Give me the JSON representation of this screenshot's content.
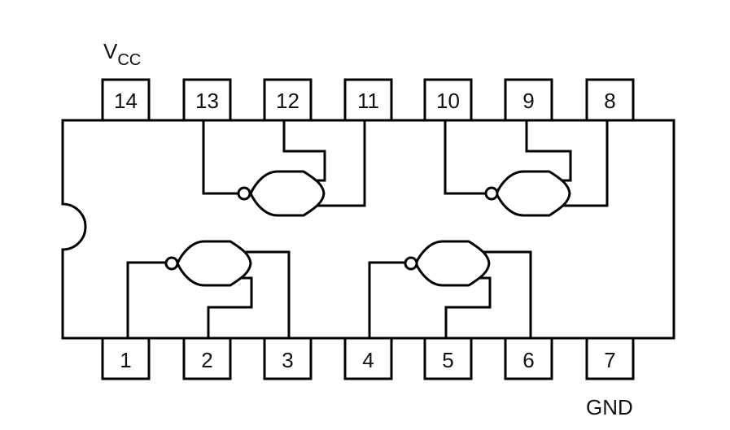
{
  "labels": {
    "vcc_main": "V",
    "vcc_sub": "CC",
    "gnd": "GND"
  },
  "pins": {
    "top": [
      "14",
      "13",
      "12",
      "11",
      "10",
      "9",
      "8"
    ],
    "bottom": [
      "1",
      "2",
      "3",
      "4",
      "5",
      "6",
      "7"
    ]
  },
  "gate_type": "NOR",
  "gate_count": 4
}
